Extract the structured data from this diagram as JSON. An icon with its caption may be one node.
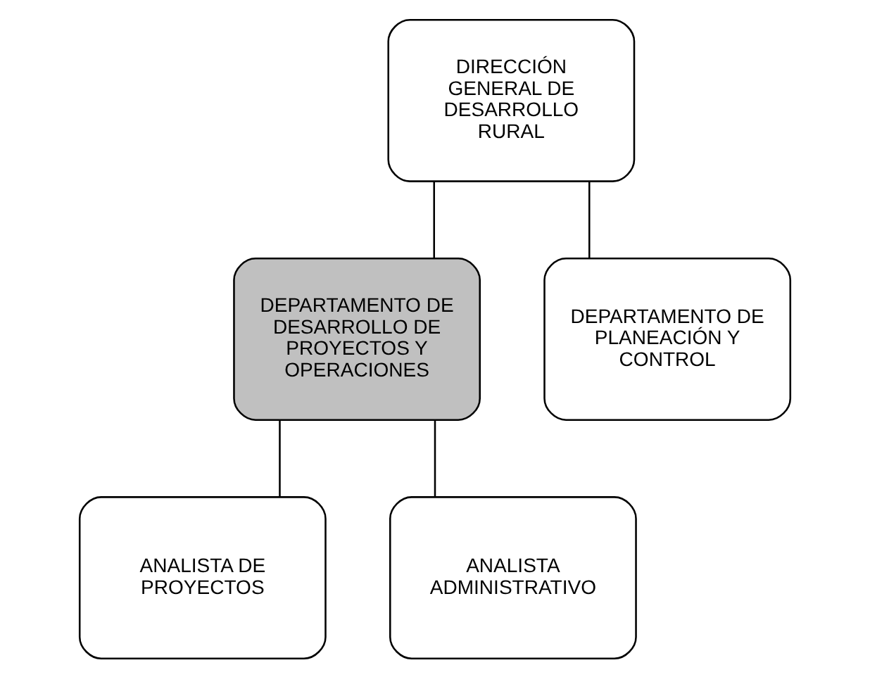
{
  "diagram": {
    "nodes": [
      {
        "text": [
          "DIRECCIÓN GENERAL DE DESARROLLO RURAL"
        ]
      },
      {
        "text": [
          "DEPARTAMENTO DE DESARROLLO DE PROYECTOS Y OPERACIONES"
        ]
      },
      {
        "text": [
          "DEPARTAMENTO DE PLANEACIÓN Y CONTROL"
        ]
      },
      {
        "text": [
          "ANALISTA DE PROYECTOS"
        ]
      },
      {
        "text": [
          "ANALISTA ADMINISTRATIVO"
        ]
      }
    ],
    "edges": [
      {
        "from": 0,
        "to": 1,
        "arrow": "none"
      },
      {
        "from": 0,
        "to": 2,
        "arrow": "none"
      },
      {
        "from": 1,
        "to": 3,
        "arrow": "none"
      },
      {
        "from": 1,
        "to": 4,
        "arrow": "none"
      }
    ]
  }
}
